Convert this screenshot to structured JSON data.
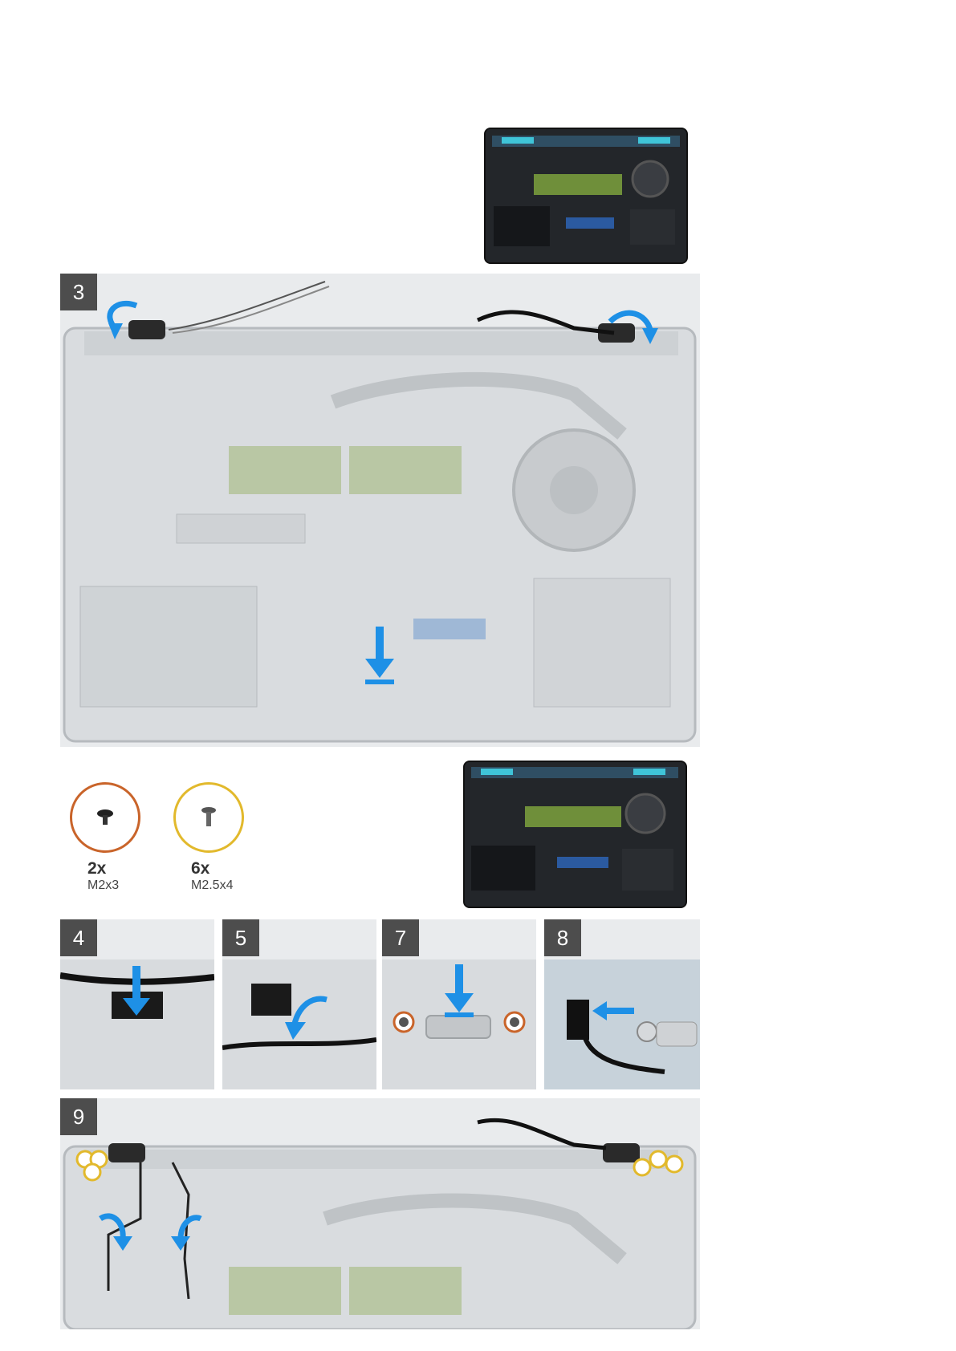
{
  "colors": {
    "badge": "#4d4d4d",
    "arrow": "#1e90e6",
    "screw_orange": "#c9642a",
    "screw_yellow": "#e2b92c",
    "panel_bg": "#e9ebed",
    "board_dark": "#1d1f22"
  },
  "steps": {
    "s3": "3",
    "s4": "4",
    "s5": "5",
    "s7": "7",
    "s8": "8",
    "s9": "9"
  },
  "screws": [
    {
      "qty": "2x",
      "size": "M2x3",
      "color": "#c9642a",
      "icon": "screw-icon"
    },
    {
      "qty": "6x",
      "size": "M2.5x4",
      "color": "#e2b92c",
      "icon": "screw-icon"
    }
  ]
}
